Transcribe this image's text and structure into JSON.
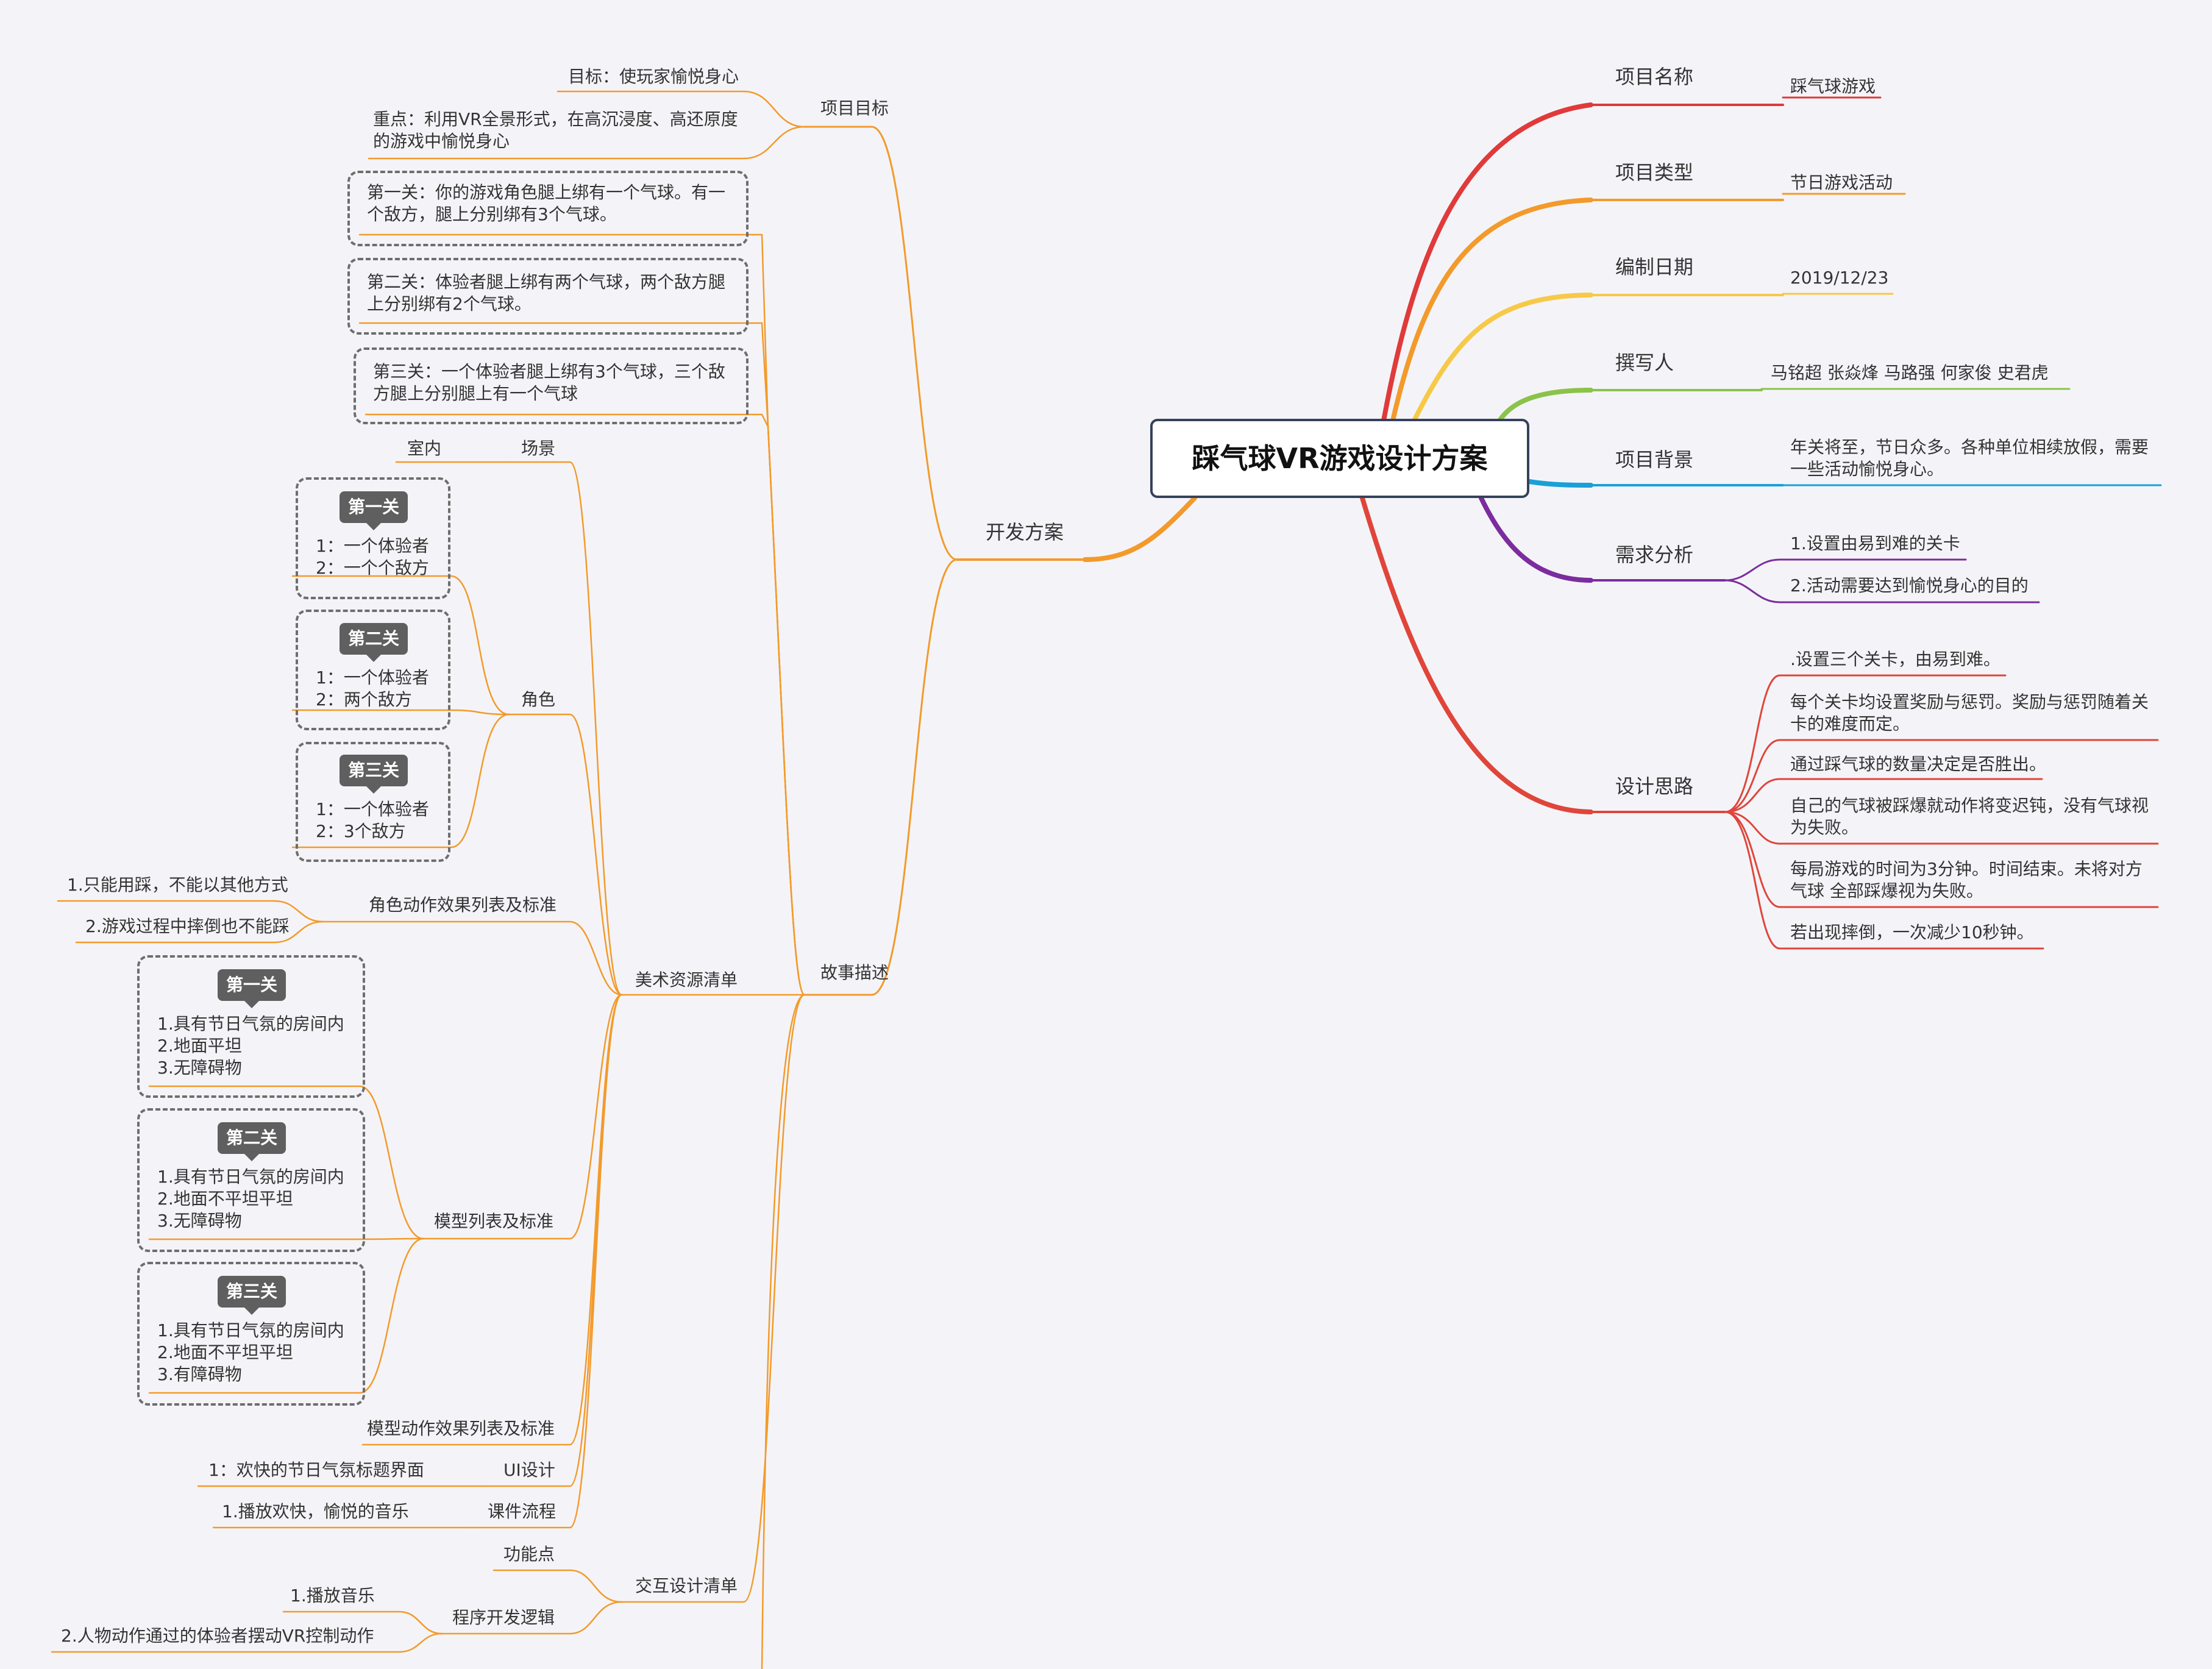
{
  "central": {
    "title": "踩气球VR游戏设计方案"
  },
  "right": {
    "name": {
      "label": "项目名称",
      "value": "踩气球游戏",
      "color": "#e03a3a"
    },
    "type": {
      "label": "项目类型",
      "value": "节日游戏活动",
      "color": "#f39a2b"
    },
    "date": {
      "label": "编制日期",
      "value": "2019/12/23",
      "color": "#f7c948"
    },
    "author": {
      "label": "撰写人",
      "value": "马铭超  张焱烽  马路强 何家俊  史君虎",
      "color": "#8bc34a"
    },
    "background": {
      "label": "项目背景",
      "value": "年关将至，节日众多。各种单位相续放假，需要一些活动愉悦身心。",
      "color": "#1aa0d8"
    },
    "needs": {
      "label": "需求分析",
      "items": [
        "1.设置由易到难的关卡",
        "2.活动需要达到愉悦身心的目的"
      ],
      "color": "#7b2c9e"
    },
    "design": {
      "label": "设计思路",
      "color": "#e0453a",
      "items": [
        ".设置三个关卡，由易到难。",
        "每个关卡均设置奖励与惩罚。奖励与惩罚随着关卡的难度而定。",
        "通过踩气球的数量决定是否胜出。",
        "自己的气球被踩爆就动作将变迟钝，没有气球视为失败。",
        "每局游戏的时间为3分钟。时间结束。未将对方气球 全部踩爆视为失败。",
        "若出现摔倒，一次减少10秒钟。"
      ]
    }
  },
  "left": {
    "dev": {
      "label": "开发方案",
      "color": "#f39a2b"
    },
    "goal": {
      "label": "项目目标",
      "items": [
        "目标：使玩家愉悦身心",
        "重点：利用VR全景形式，在高沉浸度、高还原度的游戏中愉悦身心"
      ]
    },
    "story": {
      "label": "故事描述",
      "levels": [
        "第一关：你的游戏角色腿上绑有一个气球。有一个敌方，腿上分别绑有3个气球。",
        "第二关：体验者腿上绑有两个气球，两个敌方腿上分别绑有2个气球。",
        "第三关：一个体验者腿上绑有3个气球，三个敌方腿上分别腿上有一个气球"
      ]
    },
    "art": {
      "label": "美术资源清单",
      "scene": {
        "label": "场景",
        "value": "室内"
      },
      "role": {
        "label": "角色",
        "cards": [
          {
            "badge": "第一关",
            "lines": [
              "1：一个体验者",
              "2：一个个敌方"
            ]
          },
          {
            "badge": "第二关",
            "lines": [
              "1：一个体验者",
              "2：两个敌方"
            ]
          },
          {
            "badge": "第三关",
            "lines": [
              "1：一个体验者",
              "2：3个敌方"
            ]
          }
        ]
      },
      "action": {
        "label": "角色动作效果列表及标准",
        "items": [
          "1.只能用踩，不能以其他方式",
          "2.游戏过程中摔倒也不能踩"
        ]
      },
      "model": {
        "label": "模型列表及标准",
        "cards": [
          {
            "badge": "第一关",
            "lines": [
              "1.具有节日气氛的房间内",
              "2.地面平坦",
              "3.无障碍物"
            ]
          },
          {
            "badge": "第二关",
            "lines": [
              "1.具有节日气氛的房间内",
              "2.地面不平坦平坦",
              "3.无障碍物"
            ]
          },
          {
            "badge": "第三关",
            "lines": [
              "1.具有节日气氛的房间内",
              "2.地面不平坦平坦",
              "3.有障碍物"
            ]
          }
        ]
      },
      "model_action": {
        "label": "模型动作效果列表及标准"
      },
      "ui": {
        "label": "UI设计",
        "value": "1：欢快的节日气氛标题界面"
      },
      "flow": {
        "label": "课件流程",
        "value": "1.播放欢快，愉悦的音乐"
      }
    },
    "interact": {
      "label": "交互设计清单",
      "func": {
        "label": "功能点"
      },
      "logic": {
        "label": "程序开发逻辑",
        "items": [
          "1.播放音乐",
          "2.人物动作通过的体验者摆动VR控制动作"
        ]
      }
    }
  }
}
